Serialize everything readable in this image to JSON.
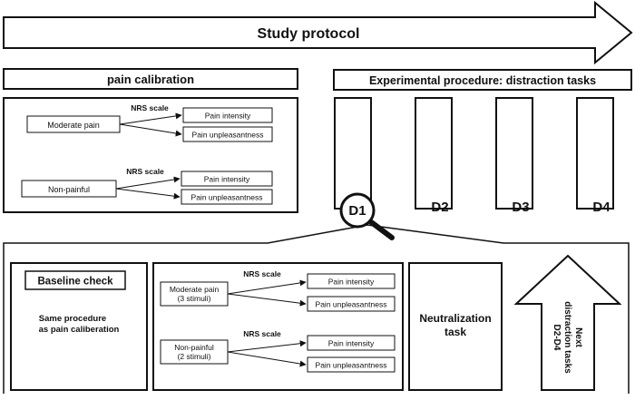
{
  "study_protocol": "Study protocol",
  "calibration": {
    "title": "pain calibration",
    "groups": [
      {
        "condition": "Moderate pain",
        "scale": "NRS scale",
        "outcomes": [
          "Pain intensity",
          "Pain unpleasantness"
        ]
      },
      {
        "condition": "Non-painful",
        "scale": "NRS scale",
        "outcomes": [
          "Pain intensity",
          "Pain unpleasantness"
        ]
      }
    ]
  },
  "experimental": {
    "title": "Experimental procedure: distraction tasks",
    "tasks": [
      "D1",
      "D2",
      "D3",
      "D4"
    ]
  },
  "detail": {
    "baseline_title": "Baseline check",
    "baseline_text_1": "Same procedure",
    "baseline_text_2": "as pain caliberation",
    "groups": [
      {
        "condition_1": "Moderate pain",
        "condition_2": "(3 stimuli)",
        "scale": "NRS scale",
        "outcomes": [
          "Pain intensity",
          "Pain unpleasantness"
        ]
      },
      {
        "condition_1": "Non-painful",
        "condition_2": "(2 stimuli)",
        "scale": "NRS scale",
        "outcomes": [
          "Pain intensity",
          "Pain unpleasantness"
        ]
      }
    ],
    "neutralization_1": "Neutralization",
    "neutralization_2": "task"
  },
  "next_arrow": {
    "line_1": "Next",
    "line_2": "distraction tasks",
    "line_3": "D2-D4"
  },
  "icons": {
    "magnifier": "magnifier-icon"
  }
}
